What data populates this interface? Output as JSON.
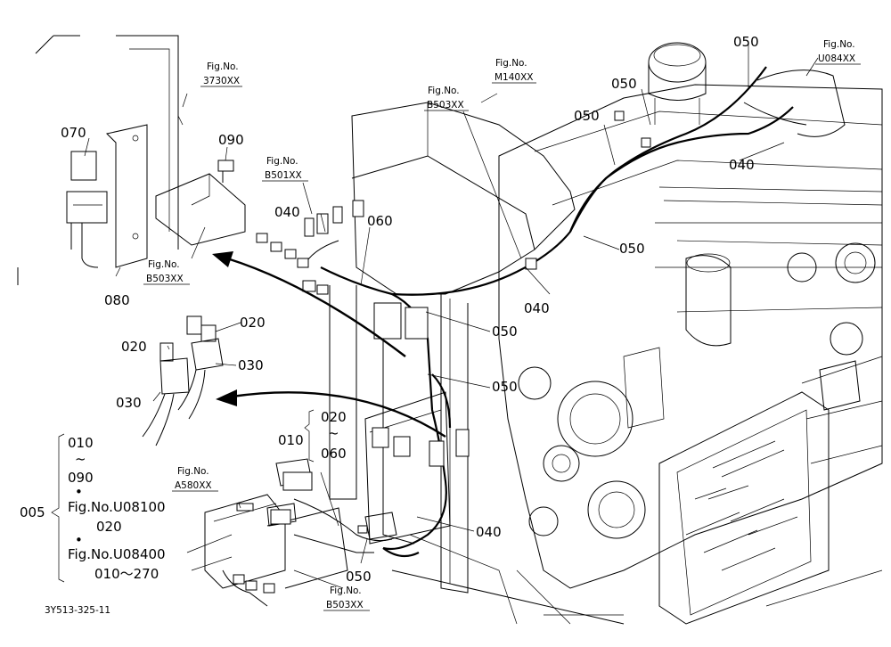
{
  "figure_refs": {
    "f3730": {
      "label": "Fig.No.",
      "code": "3730XX"
    },
    "m140": {
      "label": "Fig.No.",
      "code": "M140XX"
    },
    "u084": {
      "label": "Fig.No.",
      "code": "U084XX"
    },
    "b503_top": {
      "label": "Fig.No.",
      "code": "B503XX"
    },
    "b501": {
      "label": "Fig.No.",
      "code": "B501XX"
    },
    "b503_left": {
      "label": "Fig.No.",
      "code": "B503XX"
    },
    "a580": {
      "label": "Fig.No.",
      "code": "A580XX"
    },
    "b503_bottom": {
      "label": "Fig.No.",
      "code": "B503XX"
    }
  },
  "callouts": {
    "c070": "070",
    "c090": "090",
    "c080": "080",
    "c040_a": "040",
    "c060_a": "060",
    "c020_a": "020",
    "c020_b": "020",
    "c030_a": "030",
    "c030_b": "030",
    "c050_top": "050",
    "c050_b": "050",
    "c050_c": "050",
    "c040_top": "040",
    "c050_d": "050",
    "c040_mid": "040",
    "c050_e": "050",
    "c050_f": "050",
    "c040_low": "040",
    "c050_bottom": "050",
    "c010": "010",
    "c020_range_start": "020",
    "c020_range_tilde": "~",
    "c060_range_end": "060"
  },
  "set_group": {
    "number": "005",
    "range_start": "010",
    "range_tilde": "~",
    "range_end": "090",
    "bullet1": "•",
    "ref1": "Fig.No.U08100",
    "ref1_item": "020",
    "bullet2": "•",
    "ref2": "Fig.No.U08400",
    "ref2_items": "010～270"
  },
  "drawing_code": "3Y513-325-11"
}
